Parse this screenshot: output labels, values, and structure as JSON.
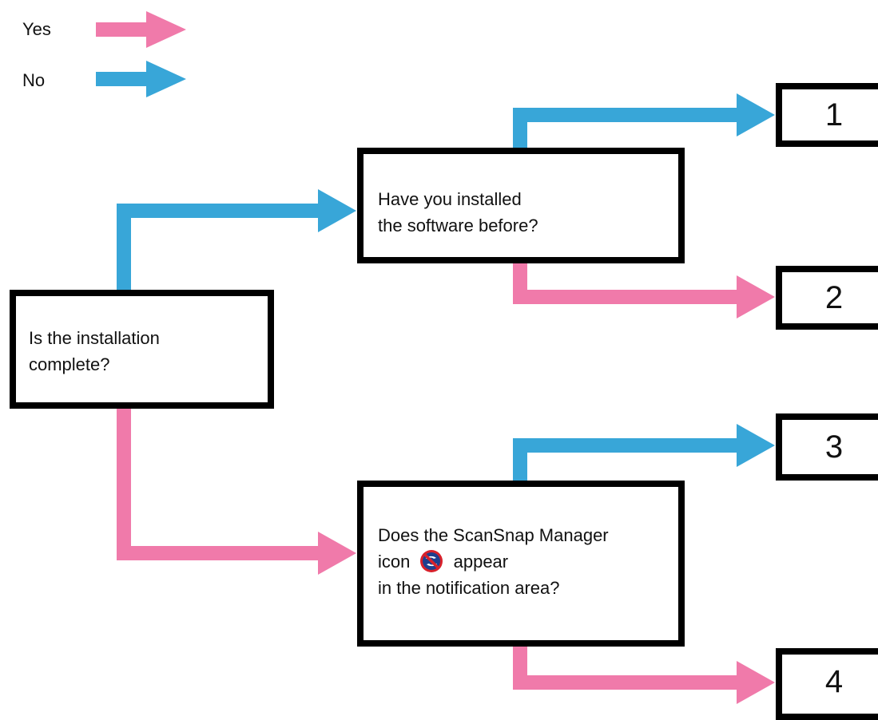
{
  "colors": {
    "yes": "#f07aaa",
    "no": "#38a6d8",
    "border": "#000000"
  },
  "legend": {
    "yes_label": "Yes",
    "no_label": "No"
  },
  "questions": {
    "q1": {
      "line1": "Is the installation",
      "line2": "complete?"
    },
    "q2": {
      "line1": "Have you installed",
      "line2": "the software before?"
    },
    "q3": {
      "line1": "Does the ScanSnap Manager",
      "line2_before": "icon",
      "line2_after": "appear",
      "line3": "in the notification area?"
    }
  },
  "icons": {
    "scansnap_manager": "scansnap-manager-icon"
  },
  "results": [
    "1",
    "2",
    "3",
    "4"
  ]
}
